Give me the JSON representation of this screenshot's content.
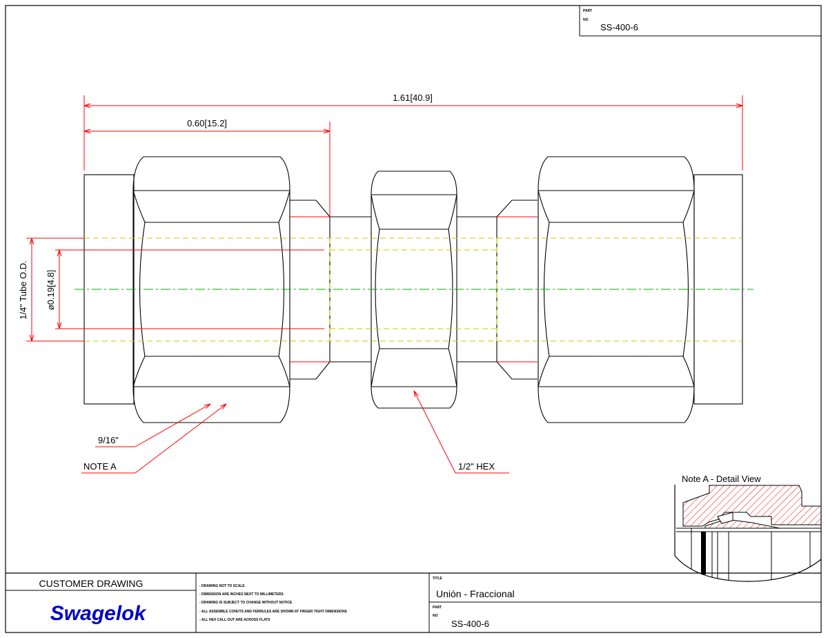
{
  "header": {
    "part_label_1": "PART",
    "part_label_2": "NO",
    "part_no": "SS-400-6"
  },
  "dimensions": {
    "overall_length": "1.61[40.9]",
    "half_length": "0.60[15.2]",
    "bore_diameter": "ø0.19[4.8]",
    "tube_od": "1/4\" Tube O.D."
  },
  "callouts": {
    "nut_hex": "9/16\"",
    "note_a": "NOTE A",
    "body_hex": "1/2\" HEX"
  },
  "detail_view": {
    "title": "Note A - Detail View"
  },
  "title_block": {
    "customer_drawing": "CUSTOMER DRAWING",
    "brand": "Swagelok",
    "notes": [
      "- DRAWING NOT TO SCALE",
      "- DIMENSION ARE INCHES NEXT TO MILLIMETERS",
      "- DRAWING IS SUBJECT TO CHANGE WITHOUT NOTICE",
      "- ALL ASSEMBLE CONUTS AND FERRULES ARE SHOWN AT FINGER TIGHT DIMENSIONS",
      "- ALL HEX CALL-OUT ARE ACROSS FLATS"
    ],
    "title_label": "TITLE",
    "title_value": "Unión - Fraccional",
    "part_label_1": "PART",
    "part_label_2": "NO",
    "part_no": "SS-400-6"
  },
  "colors": {
    "outline": "#000000",
    "dimension": "#ff0000",
    "hidden": "#c8c800",
    "centerline": "#00b000",
    "brand": "#0000cc"
  }
}
